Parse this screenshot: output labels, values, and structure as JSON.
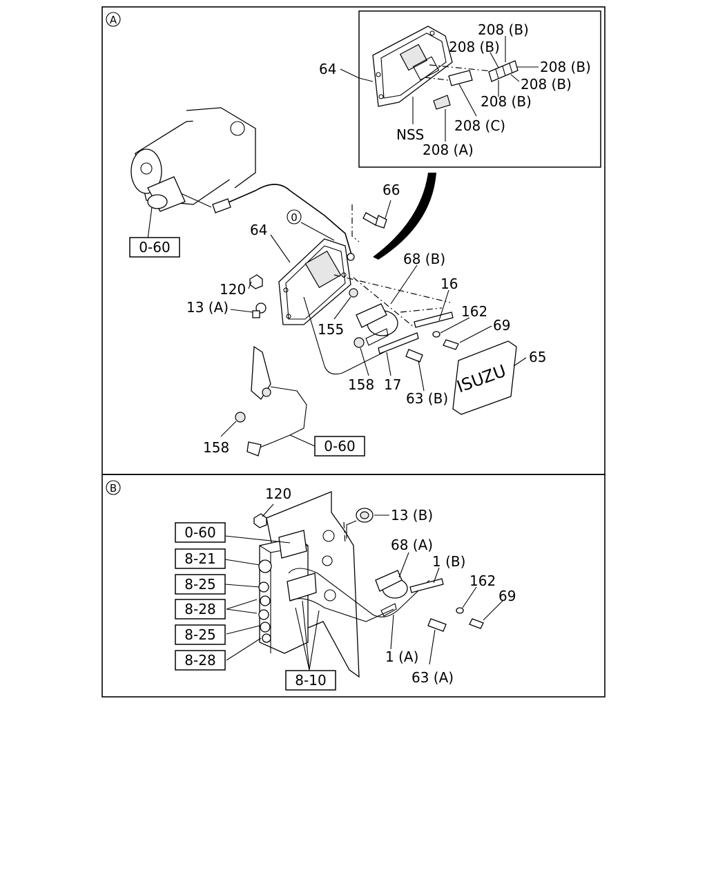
{
  "sections": {
    "a": {
      "marker": "A"
    },
    "b": {
      "marker": "B"
    }
  },
  "inset": {
    "callouts": {
      "c64": "64",
      "b1": "208 (B)",
      "b2": "208 (B)",
      "b3": "208 (B)",
      "b4": "208 (B)",
      "b5": "208 (B)",
      "c": "208 (C)",
      "nss": "NSS",
      "a": "208 (A)"
    }
  },
  "section_a": {
    "circle_marker": "0",
    "callouts": {
      "c66": "66",
      "c64": "64",
      "c68b": "68 (B)",
      "c16": "16",
      "c120": "120",
      "c13a": "13 (A)",
      "c162": "162",
      "c69": "69",
      "c155": "155",
      "c65": "65",
      "c158a": "158",
      "c17": "17",
      "c63b": "63 (B)",
      "c158b": "158"
    },
    "boxed": {
      "ref1": "0-60",
      "ref2": "0-60"
    },
    "plate_text": "ISUZU"
  },
  "section_b": {
    "callouts": {
      "c120": "120",
      "c13b": "13 (B)",
      "c68a": "68 (A)",
      "c1b": "1 (B)",
      "c162": "162",
      "c69": "69",
      "c1a": "1 (A)",
      "c63a": "63 (A)"
    },
    "boxed": {
      "ref060": "0-60",
      "ref821": "8-21",
      "ref825a": "8-25",
      "ref828a": "8-28",
      "ref825b": "8-25",
      "ref828b": "8-28",
      "ref810": "8-10"
    }
  }
}
